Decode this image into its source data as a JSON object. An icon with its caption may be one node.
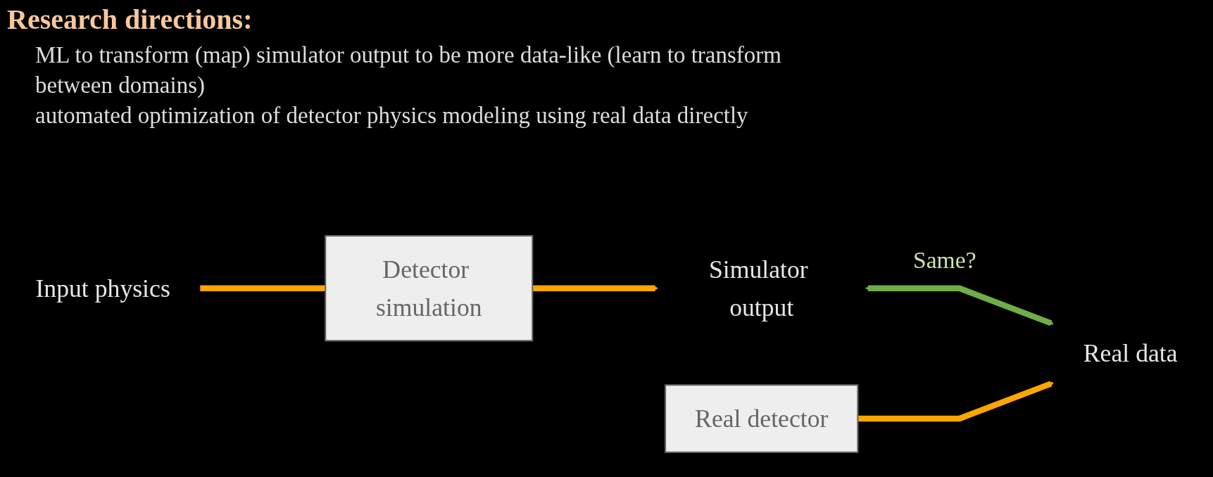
{
  "diagram": {
    "title": "Research directions:",
    "nodes": [
      {
        "text": [
          "Real detector"
        ]
      },
      {
        "text": [
          "Input physics"
        ]
      },
      {
        "text": [
          "Detector simulation"
        ]
      },
      {
        "text": [
          "Simulator output"
        ]
      },
      {
        "text": [
          "Real data"
        ]
      }
    ],
    "edges": [
      {
        "from": 1,
        "to": 2,
        "arrow": "none"
      },
      {
        "from": 2,
        "to": 3,
        "arrow": "to"
      },
      {
        "from": 3,
        "to": 4,
        "arrow": "both",
        "label": "Same?",
        "color": "#70ad47"
      },
      {
        "from": 0,
        "to": 4,
        "arrow": "to"
      }
    ],
    "labels": [
      "ML to transform (map) simulator output to be more data-like (learn to transform between domains)",
      "automated optimization of detector physics modeling using real data directly"
    ]
  }
}
